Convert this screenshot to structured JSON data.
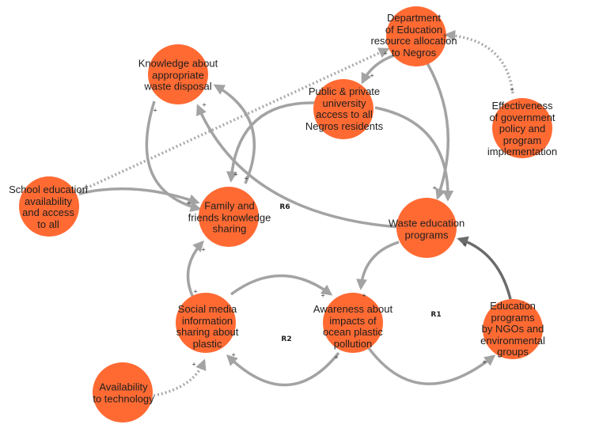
{
  "colors": {
    "node_fill": "#ff6a33",
    "link": "#a3a3a3",
    "link_strong": "#6b6b6b",
    "dotted": "#a9a9a9"
  },
  "nodes": {
    "knowledge": "Knowledge about\nappropriate\nwaste disposal",
    "dept": "Department\nof Education\nresource allocation\nto Negros",
    "university": "Public & private\nuniversity\naccess to all\nNegros residents",
    "effectiveness": "Effectiveness\nof government\npolicy and\nprogram implementation",
    "school": "School education\navailability\nand access\nto all",
    "family": "Family and\nfriends knowledge\nsharing",
    "waste_ed": "Waste education\nprograms",
    "social": "Social media\ninformation\nsharing about\nplastic",
    "awareness": "Awareness about\nimpacts of\nocean plastic\npollution",
    "ngo": "Education programs\nby NGOs and\nenvironmental\ngroups",
    "technology": "Availability\nto technology"
  },
  "loops": {
    "r1": "R1",
    "r2": "R2",
    "r6": "R6"
  },
  "polarity": "+"
}
